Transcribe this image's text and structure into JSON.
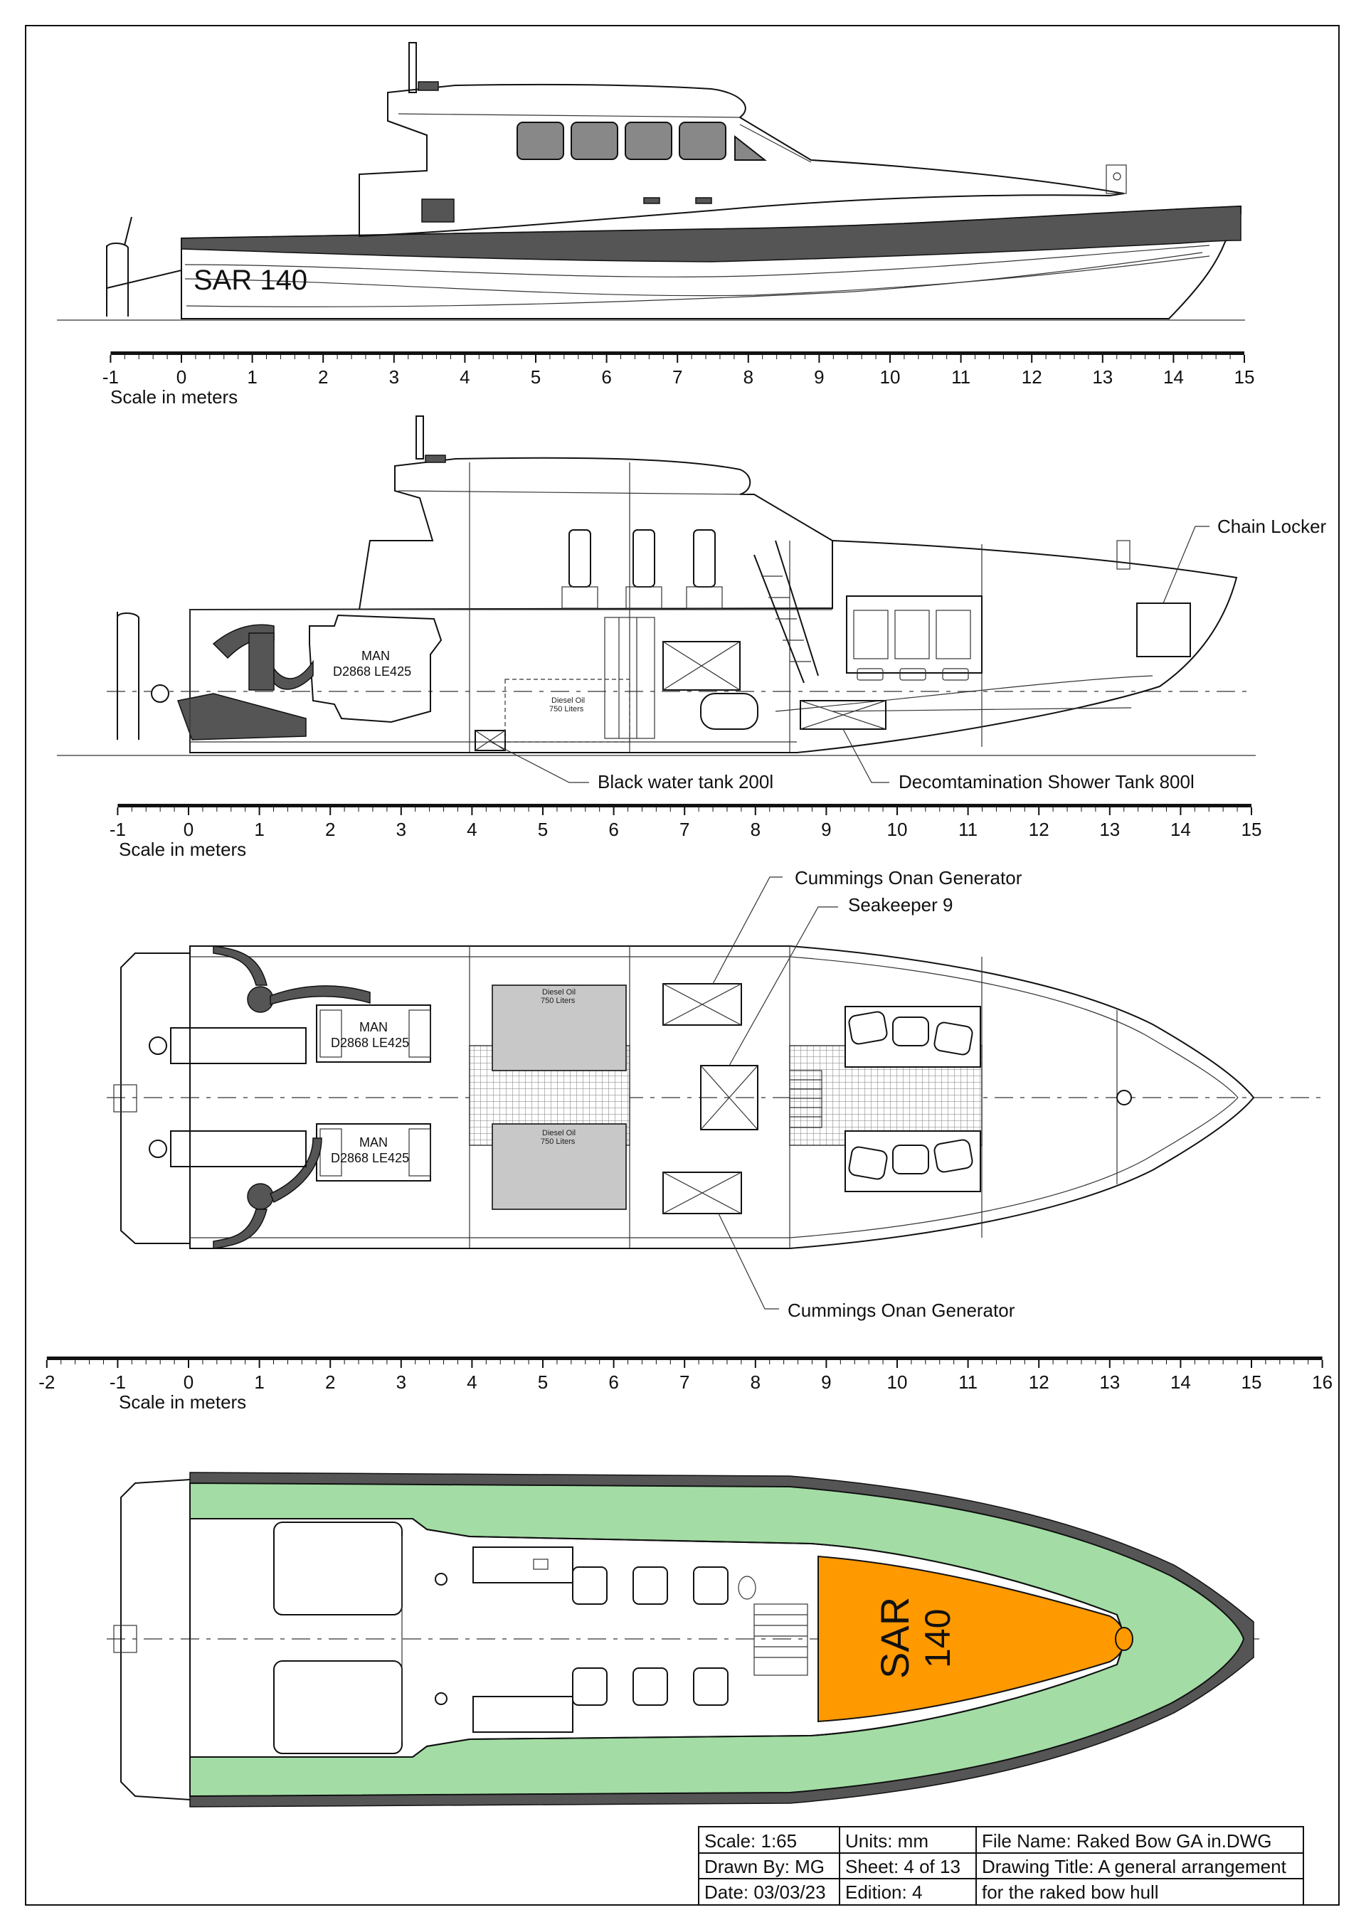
{
  "views": {
    "profile": {
      "hull_label": "SAR 140"
    },
    "section": {
      "engine_label_1": "MAN",
      "engine_label_2": "D2868 LE425",
      "diesel_1": "Diesel Oil",
      "diesel_2": "750 Liters",
      "callouts": {
        "chain_locker": "Chain Locker",
        "black_water": "Black water tank 200l",
        "decon_tank": "Decomtamination Shower Tank 800l"
      }
    },
    "plan": {
      "engine_label_1": "MAN",
      "engine_label_2": "D2868 LE425",
      "diesel_1": "Diesel Oil",
      "diesel_2": "750 Liters",
      "callouts": {
        "generator_top": "Cummings Onan Generator",
        "seakeeper": "Seakeeper 9",
        "generator_bottom": "Cummings Onan Generator"
      }
    },
    "deck": {
      "deck_label_1": "SAR",
      "deck_label_2": "140"
    }
  },
  "scales": {
    "label": "Scale in meters",
    "scale_a": {
      "min": -1,
      "max": 15
    },
    "scale_b": {
      "min": -1,
      "max": 15
    },
    "scale_c": {
      "min": -2,
      "max": 16
    }
  },
  "title_block": {
    "scale": "Scale: 1:65",
    "units": "Units: mm",
    "file_name": "File Name: Raked Bow GA in.DWG",
    "drawn_by": "Drawn By: MG",
    "sheet": "Sheet: 4 of 13",
    "drawing_title_1": "Drawing Title: A general arrangement",
    "date": "Date: 03/03/23",
    "edition": "Edition: 4",
    "drawing_title_2": "for the raked bow hull"
  },
  "colors": {
    "deck_orange": "#FF9900",
    "deck_green": "#A3DDA5",
    "fender": "#555555",
    "tank_gray": "#C8C8C8"
  }
}
